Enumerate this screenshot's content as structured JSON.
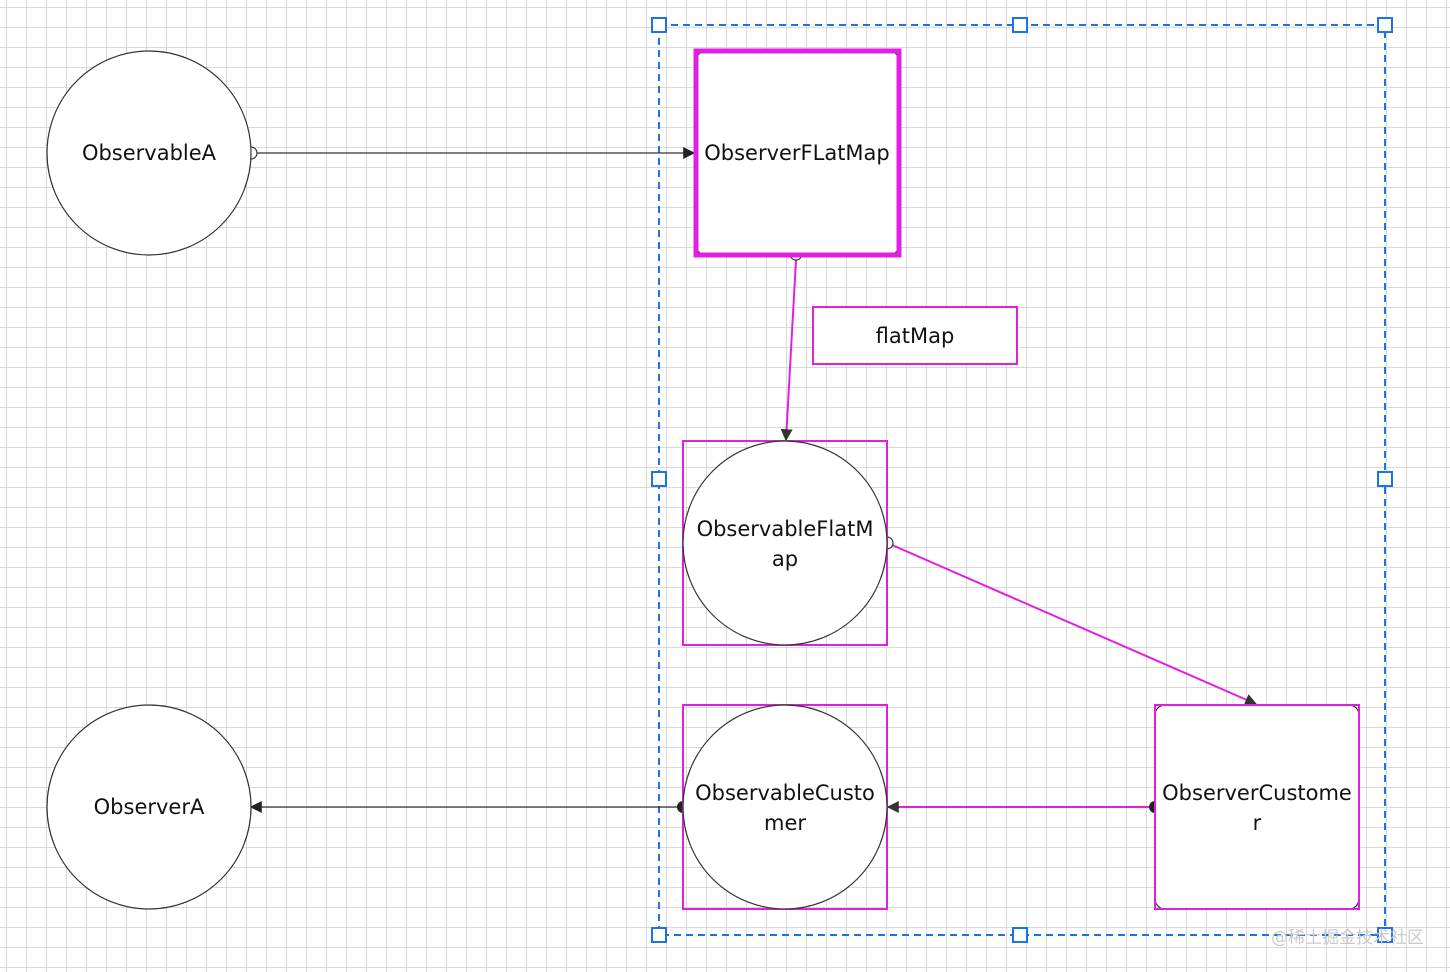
{
  "nodes": {
    "observable_a": "ObservableA",
    "observer_flatmap": "ObserverFLatMap",
    "observable_flatmap": [
      "ObservableFlatM",
      "ap"
    ],
    "observable_customer": [
      "ObservableCusto",
      "mer"
    ],
    "observer_customer": [
      "ObserverCustome",
      "r"
    ],
    "observer_a": "ObserverA"
  },
  "edge_labels": {
    "flatmap": "flatMap"
  },
  "watermark": "@稀土掘金技术社区",
  "colors": {
    "selection": "#1a73e8",
    "highlight": "#e020e0",
    "line": "#333333"
  }
}
